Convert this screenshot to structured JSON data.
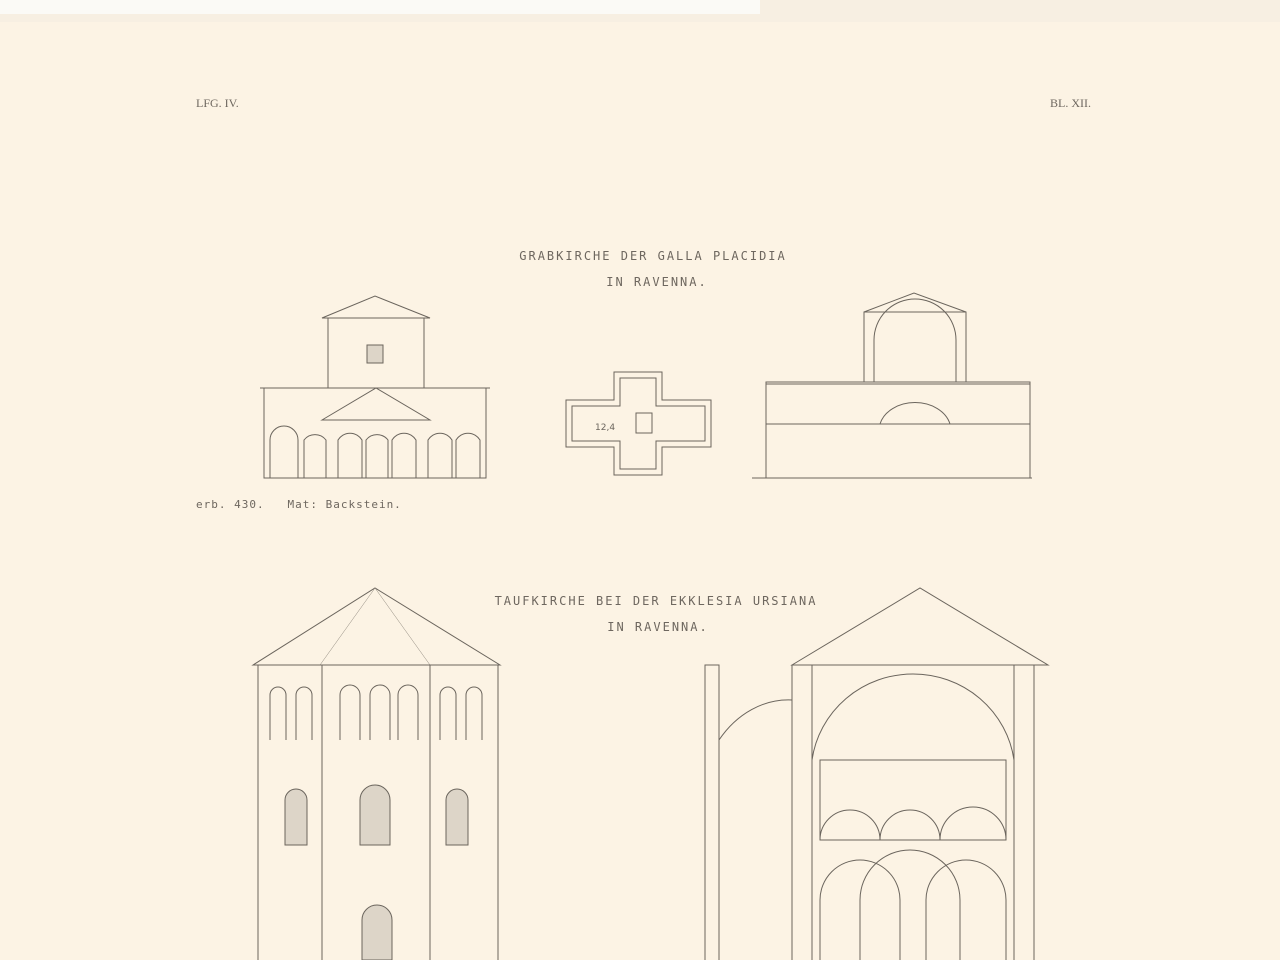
{
  "plate": {
    "delivery": "LFG. IV.",
    "sheet": "BL. XII."
  },
  "section1": {
    "title_line1": "GRABKIRCHE DER GALLA PLACIDIA",
    "title_line2": "IN RAVENNA.",
    "caption": "erb. 430.   Mat: Backstein.",
    "plan_dimension": "12,4"
  },
  "section2": {
    "title_line1": "TAUFKIRCHE BEI DER EKKLESIA URSIANA",
    "title_line2": "IN RAVENNA."
  }
}
